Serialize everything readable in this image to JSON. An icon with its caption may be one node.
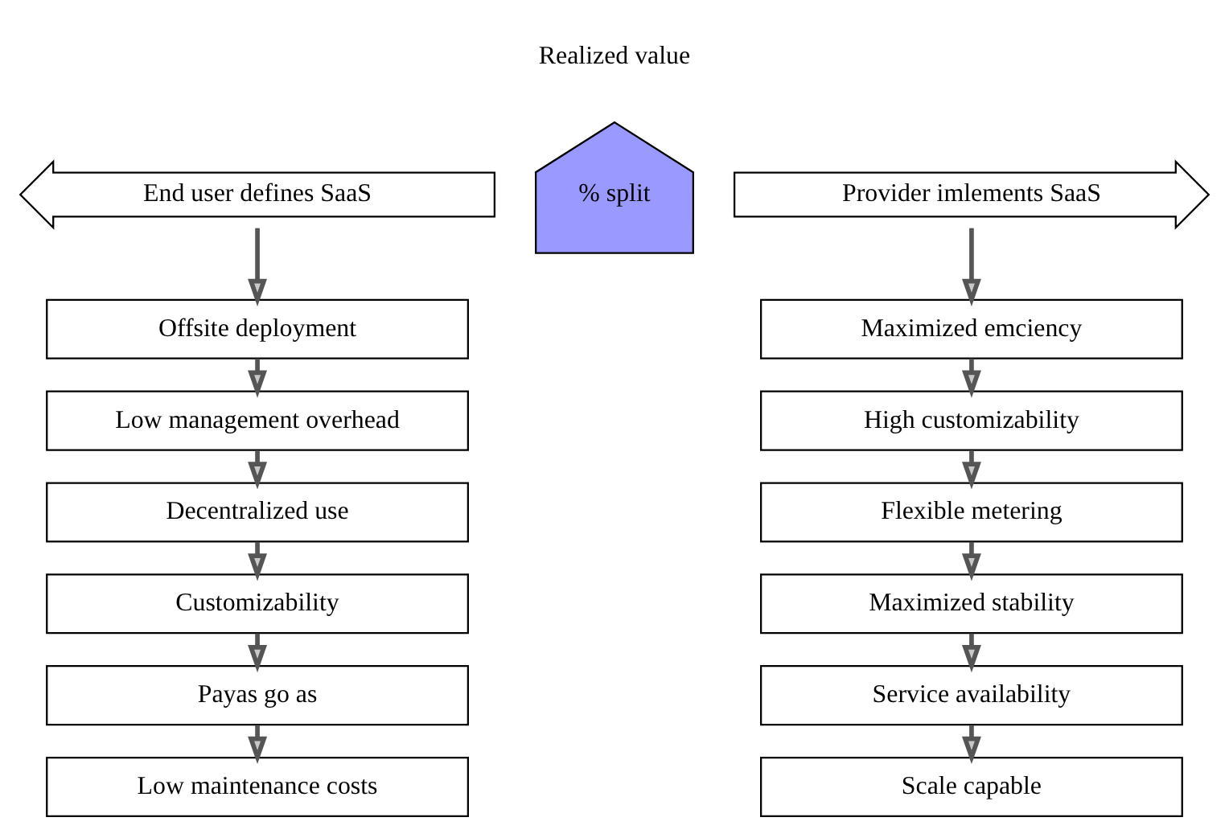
{
  "diagram": {
    "nodes": [
      {
        "text": [
          "End user defines SaaS"
        ]
      },
      {
        "text": [
          "% split"
        ]
      },
      {
        "text": [
          "Provider imlements SaaS"
        ]
      },
      {
        "text": [
          "Offsite deployment"
        ]
      },
      {
        "text": [
          "Low management overhead"
        ]
      },
      {
        "text": [
          "Decentralized use"
        ]
      },
      {
        "text": [
          "Customizability"
        ]
      },
      {
        "text": [
          "Payas go as"
        ]
      },
      {
        "text": [
          "Low maintenance costs"
        ]
      },
      {
        "text": [
          "Maximized emciency"
        ]
      },
      {
        "text": [
          "High customizability"
        ]
      },
      {
        "text": [
          "Flexible metering"
        ]
      },
      {
        "text": [
          "Maximized stability"
        ]
      },
      {
        "text": [
          "Service availability"
        ]
      },
      {
        "text": [
          "Scale capable"
        ]
      }
    ],
    "edges": [
      {
        "from": 0,
        "to": 3,
        "arrow": "to"
      },
      {
        "from": 3,
        "to": 4,
        "arrow": "to"
      },
      {
        "from": 4,
        "to": 5,
        "arrow": "to"
      },
      {
        "from": 5,
        "to": 6,
        "arrow": "to"
      },
      {
        "from": 6,
        "to": 7,
        "arrow": "to"
      },
      {
        "from": 7,
        "to": 8,
        "arrow": "to"
      },
      {
        "from": 2,
        "to": 9,
        "arrow": "to"
      },
      {
        "from": 9,
        "to": 10,
        "arrow": "to"
      },
      {
        "from": 10,
        "to": 11,
        "arrow": "to"
      },
      {
        "from": 11,
        "to": 12,
        "arrow": "to"
      },
      {
        "from": 12,
        "to": 13,
        "arrow": "to"
      },
      {
        "from": 13,
        "to": 14,
        "arrow": "to"
      }
    ],
    "labels": [
      "Realized value"
    ]
  }
}
